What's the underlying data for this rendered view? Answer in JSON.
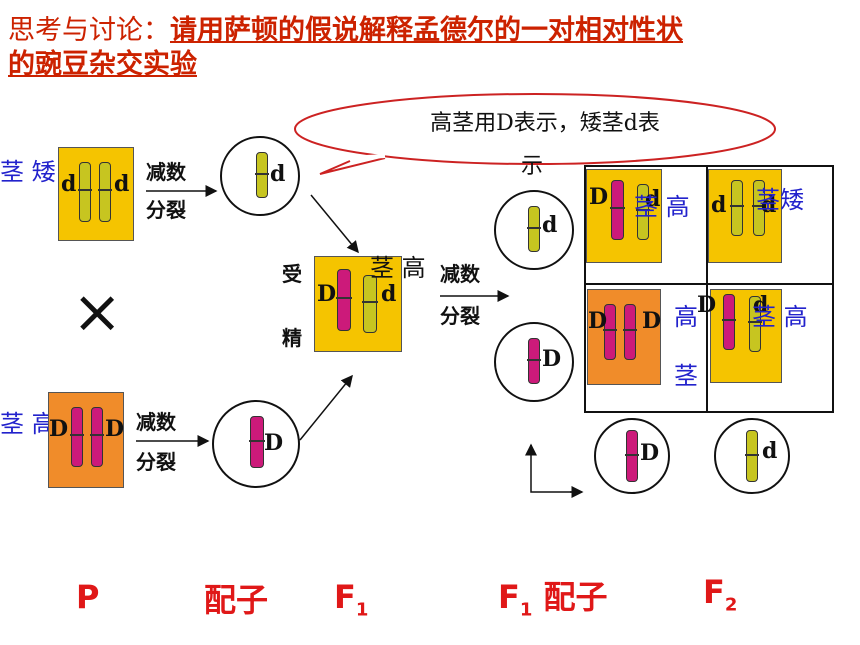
{
  "title": {
    "lead": "思考与讨论：",
    "question_line1": "请用萨顿的假说解释孟德尔的一对相对性状",
    "question_line2": "的豌豆杂交实验"
  },
  "callout": {
    "text_line1": "高茎用D表示，矮茎d表",
    "text_line2": "示"
  },
  "parents": {
    "short_label": "茎 矮",
    "tall_label": "茎 高",
    "short_alleles": [
      "d",
      "d"
    ],
    "tall_alleles": [
      "D",
      "D"
    ],
    "cross_symbol": "×"
  },
  "process": {
    "meiosis_line1": "减数",
    "meiosis_line2": "分裂",
    "fert_line1": "受",
    "fert_line2": "精"
  },
  "gametes_p": {
    "top": "d",
    "bottom": "D"
  },
  "f1": {
    "alleles": [
      "D",
      "d"
    ],
    "label": "茎 高"
  },
  "f1_gametes": {
    "top": "d",
    "bottom": "D"
  },
  "f2_grid": {
    "cells": [
      {
        "alleles": [
          "D",
          "d"
        ],
        "label": "茎 高"
      },
      {
        "alleles": [
          "d",
          "d"
        ],
        "label": "茎矮"
      },
      {
        "alleles": [
          "D",
          "D"
        ],
        "label": "高",
        "label2": "茎"
      },
      {
        "alleles": [
          "D",
          "d"
        ],
        "label": "茎 高"
      }
    ],
    "gametes_below": [
      "D",
      "d"
    ]
  },
  "generations": {
    "p": "P",
    "gametes": "配子",
    "f1": "F",
    "f1_sub": "1",
    "f1g": "F",
    "f1g_sub": "1",
    "f1g_word": "配子",
    "f2": "F",
    "f2_sub": "2"
  },
  "colors": {
    "title": "#cc2200",
    "generation": "#e01818",
    "trait_text": "#2222cc",
    "dominant": "#cc1a7a",
    "recessive": "#c7c520",
    "yellow_cell": "#f5c400",
    "orange_cell": "#f08c2a"
  }
}
